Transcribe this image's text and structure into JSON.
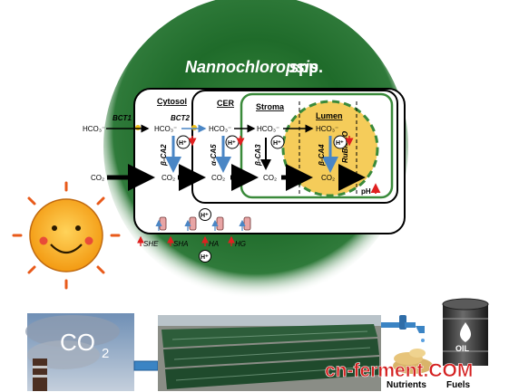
{
  "title": {
    "genus": "Nannochloropsis",
    "suffix": " spp."
  },
  "compartments": {
    "cytosol": "Cytosol",
    "cer": "CER",
    "stroma": "Stroma",
    "lumen": "Lumen"
  },
  "transporters": {
    "bct1": "BCT1",
    "bct2": "BCT2"
  },
  "inputs": {
    "hco3": "HCO₃⁻",
    "co2": "CO₂"
  },
  "species": {
    "hco3": "HCO₃⁻",
    "co2": "CO₂",
    "hplus": "H⁺"
  },
  "enzymes": {
    "b_ca2": "β-CA2",
    "a_ca5": "α-CA5",
    "b_ca3": "β-CA3",
    "b_ca4": "β-CA4",
    "rubisco": "RuBisCO"
  },
  "ph_label": "pH",
  "membrane_genes": {
    "she": "SHE",
    "sha": "SHA",
    "ha": "HA",
    "hg": "HG"
  },
  "process": {
    "co2_big": "CO",
    "co2_sub": "2",
    "nutrients": "Nutrients",
    "fuels": "Fuels",
    "barrel": "OIL"
  },
  "watermark": "cn-ferment.COM",
  "colors": {
    "cell_green": "#1f6b2a",
    "lumen": "#f5cc5a",
    "stroma_border": "#3a8a3a",
    "blue_arrow": "#4a86c5",
    "red_arrow": "#e02020",
    "sun": "#f6a61a",
    "sun_ray": "#e85a1a",
    "pipe": "#3b84c4",
    "watermark": "#d42020"
  }
}
